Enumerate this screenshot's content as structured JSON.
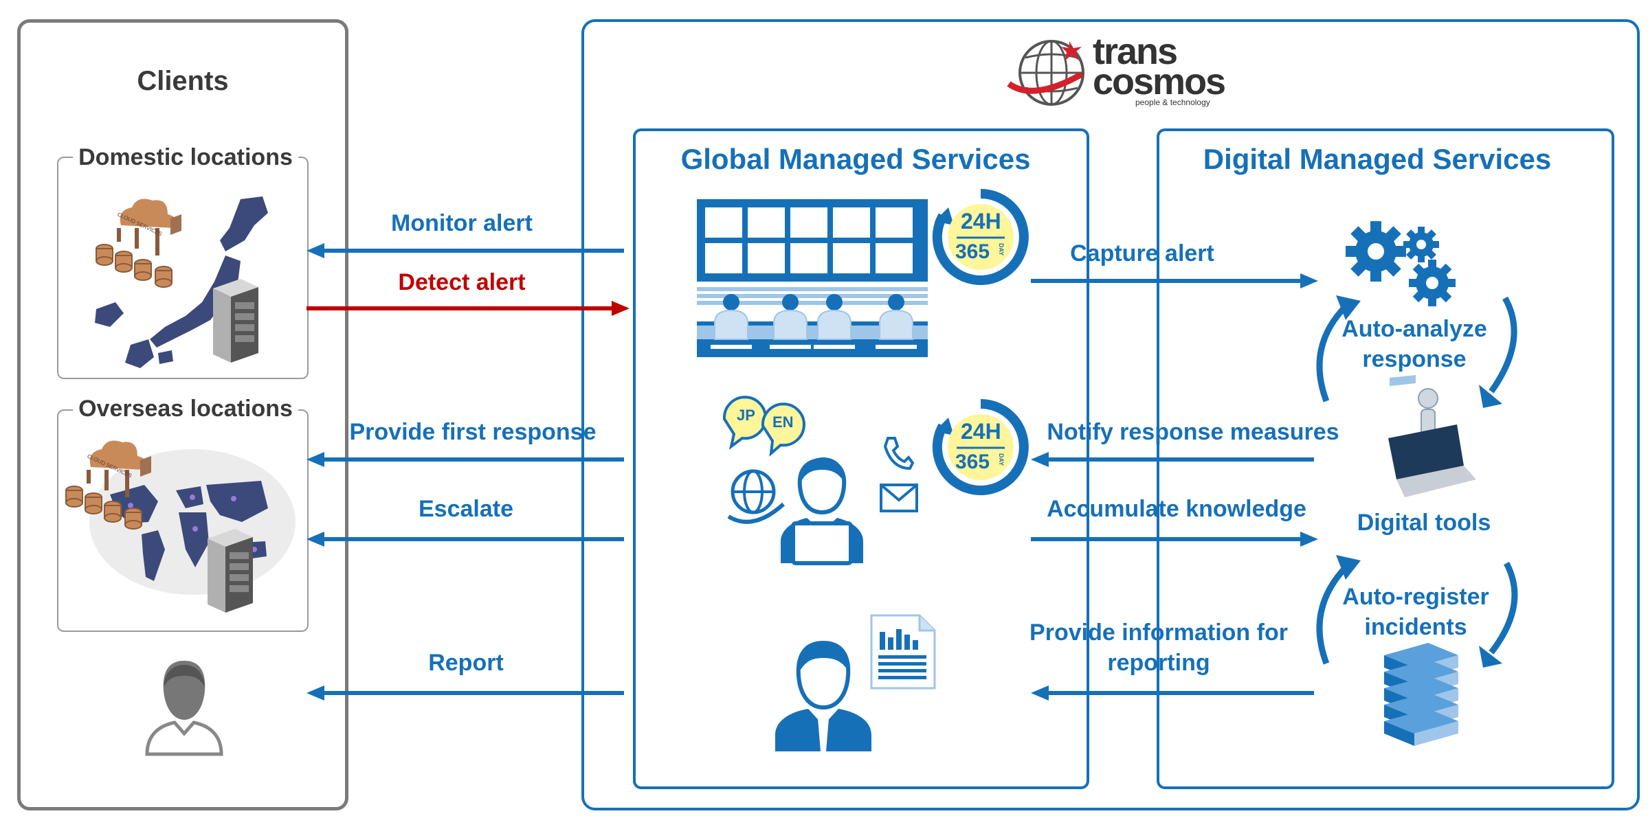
{
  "clients": {
    "title": "Clients",
    "domestic_title": "Domestic locations",
    "overseas_title": "Overseas locations",
    "domestic_badge": "CLOUD SERVICES",
    "overseas_badge": "CLOUD SERVICES"
  },
  "brand": {
    "line1": "trans",
    "line2": "cosmos",
    "tagline": "people & technology"
  },
  "global": {
    "title": "Global Managed Services",
    "badge_hours": "24H",
    "badge_days": "365",
    "badge_day_word": "DAY",
    "lang_jp": "JP",
    "lang_en": "EN"
  },
  "digital": {
    "title": "Digital Managed Services",
    "auto_analyze_1": "Auto-analyze",
    "auto_analyze_2": "response",
    "tools": "Digital tools",
    "auto_register_1": "Auto-register",
    "auto_register_2": "incidents"
  },
  "flows_left": {
    "monitor": "Monitor alert",
    "detect": "Detect alert",
    "first_response": "Provide first response",
    "escalate": "Escalate",
    "report": "Report"
  },
  "flows_right": {
    "capture": "Capture alert",
    "notify": "Notify response measures",
    "accumulate": "Accumulate knowledge",
    "provide_info_1": "Provide information for",
    "provide_info_2": "reporting"
  },
  "colors": {
    "blue": "#1670b8",
    "red": "#c00000",
    "grey_frame": "#7a7a7a",
    "text_dark": "#3a3a3a"
  }
}
